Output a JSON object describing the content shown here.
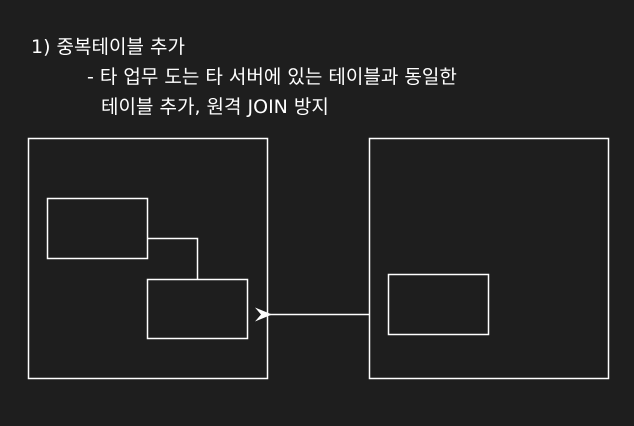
{
  "heading": {
    "line1": "1) 중복테이블 추가",
    "line2": "- 타 업무 도는 타 서버에 있는 테이블과 동일한",
    "line3": "테이블 추가, 원격 JOIN 방지"
  },
  "colors": {
    "background": "#1e1e1e",
    "stroke": "#ffffff",
    "text": "#ffffff"
  }
}
